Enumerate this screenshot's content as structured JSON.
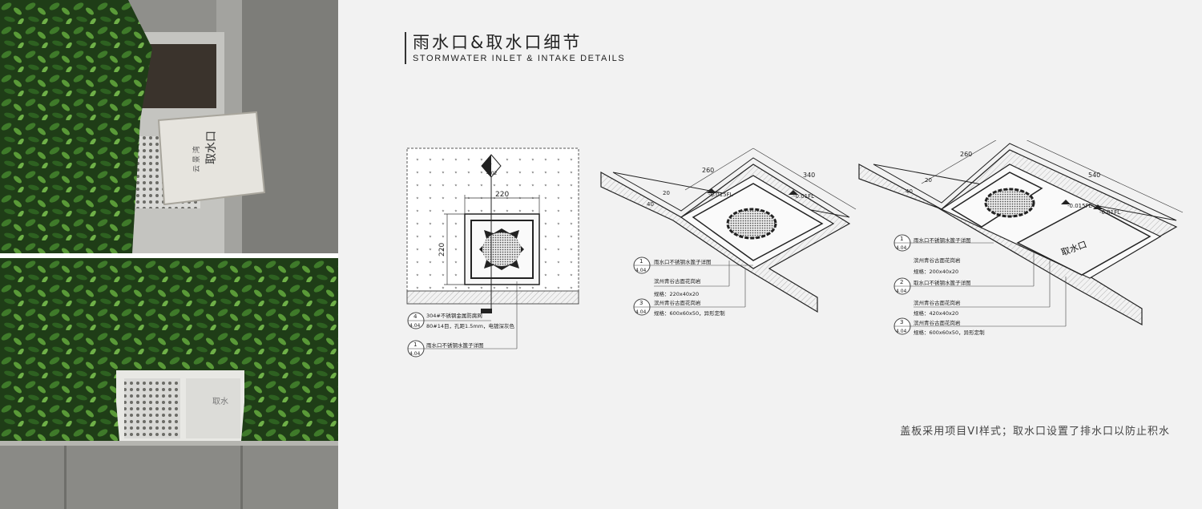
{
  "header": {
    "title_cn": "雨水口&取水口细节",
    "title_en": "Stormwater inlet & Intake details"
  },
  "caption": "盖板采用项目VI样式；取水口设置了排水口以防止积水",
  "photos": {
    "top_cover_text": "取水口",
    "top_cover_sub": "云 景 湾",
    "bottom_cover_text": "取水"
  },
  "plan": {
    "dim_width": "220",
    "dim_height": "220",
    "callout_top": {
      "num": "4",
      "ref": "4.02",
      "mark": "T"
    },
    "callout_1": {
      "num": "4",
      "ref": "4.04",
      "mark": "T",
      "line1": "304#不锈钢金属防腐网",
      "line2": "80#14目，孔距1.5mm，电镀深灰色"
    },
    "callout_2": {
      "num": "1",
      "ref": "4.04",
      "mark": "T",
      "line1": "雨水口不锈钢水篦子详图"
    }
  },
  "iso1": {
    "dim_a": "260",
    "dim_b": "340",
    "dim_c": "20",
    "dim_d": "40",
    "level": "-0.015FL",
    "level2": "-0.01FL",
    "callout_1": {
      "num": "1",
      "ref": "4.04",
      "mark": "T",
      "line1": "雨水口不锈钢水篦子详图"
    },
    "note_a1": "滨州青谷古面花岗岩",
    "note_a2": "规格：220x40x20",
    "callout_3": {
      "num": "3",
      "ref": "4.04",
      "mark": "T",
      "line1": "滨州青谷古面花岗岩",
      "line2": "规格：600x60x50，异形定制"
    }
  },
  "iso2": {
    "dim_a": "260",
    "dim_b": "540",
    "dim_c": "20",
    "dim_d": "40",
    "level": "-0.015FL",
    "level2": "-0.01FL",
    "cover_text": "取水口",
    "callout_1": {
      "num": "1",
      "ref": "4.04",
      "mark": "T",
      "line1": "雨水口不锈钢水篦子详图"
    },
    "note_a1": "滨州青谷古面花岗岩",
    "note_a2": "规格：200x40x20",
    "callout_2": {
      "num": "2",
      "ref": "4.04",
      "mark": "T",
      "line1": "取水口不锈钢水篦子详图"
    },
    "note_b1": "滨州青谷古面花岗岩",
    "note_b2": "规格：420x40x20",
    "callout_3": {
      "num": "3",
      "ref": "4.04",
      "mark": "T",
      "line1": "滨州青谷古面花岗岩",
      "line2": "规格：600x60x50，异形定制"
    }
  }
}
